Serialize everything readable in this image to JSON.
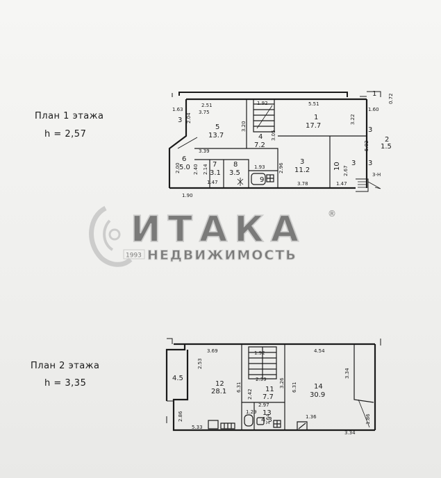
{
  "floor1": {
    "title": "План 1 этажа",
    "height": "h = 2,57",
    "dims": {
      "d_251": "2.51",
      "d_375": "3.75",
      "d_163": "1.63",
      "d_204": "2.04",
      "d_339": "3.39",
      "d_192": "1.92",
      "d_320": "3.20",
      "d_305": "3.05",
      "d_551": "5.51",
      "d_322": "3.22",
      "d_160": "1.60",
      "d_072": "0.72",
      "d_502": "5.02",
      "d_296": "2.96",
      "d_193": "1.93",
      "d_240": "2.40",
      "d_214": "2.14",
      "d_200": "2.00",
      "d_147a": "1.47",
      "d_190": "1.90",
      "d_378": "3.78",
      "d_147b": "1.47",
      "d_267": "2.67",
      "d_3n": "3-Н"
    },
    "rooms": {
      "r1_num": "1",
      "r1_area": "17.7",
      "r2_num": "2",
      "r2_area": "1.5",
      "r3_num": "3",
      "r3_area": "11.2",
      "r4_num": "4",
      "r4_area": "7.2",
      "r5_num": "5",
      "r5_area": "13.7",
      "r6_num": "6",
      "r6_area": "5.0",
      "r7_num": "7",
      "r7_area": "3.1",
      "r8_num": "8",
      "r8_area": "3.5",
      "r9_label": "9",
      "r10_label": "10",
      "tag_3_left": "3",
      "tag_3_mid": "3",
      "tag_3_right": "3",
      "tag_3_low": "3",
      "tag_1": "1"
    }
  },
  "floor2": {
    "title": "План 2 этажа",
    "height": "h = 3,35",
    "dims": {
      "d_369": "3.69",
      "d_454": "4.54",
      "d_253": "2.53",
      "d_192": "1.92",
      "d_334a": "3.34",
      "d_631a": "6.31",
      "d_326": "3.26",
      "d_631b": "6.31",
      "d_239": "2.39",
      "d_242": "2.42",
      "d_297": "2.97",
      "d_286": "2.86",
      "d_533": "5.33",
      "d_129": "1.29",
      "d_164": "1.64",
      "d_136": "1.36",
      "d_334b": "3.34",
      "d_186": "1.86"
    },
    "rooms": {
      "r45": "4.5",
      "r12_num": "12",
      "r12_area": "28.1",
      "r11_num": "11",
      "r11_area": "7.7",
      "r13_num": "13",
      "r13_area": "4.3",
      "r14_num": "14",
      "r14_area": "30.9"
    }
  },
  "watermark": {
    "brand": "ИТАКА",
    "registered": "®",
    "year": "1993",
    "subtitle": "НЕДВИЖИМОСТЬ"
  },
  "colors": {
    "paper": "#f3f3f1",
    "ink": "#1a1a1a",
    "watermark": "#b9b9b9"
  }
}
